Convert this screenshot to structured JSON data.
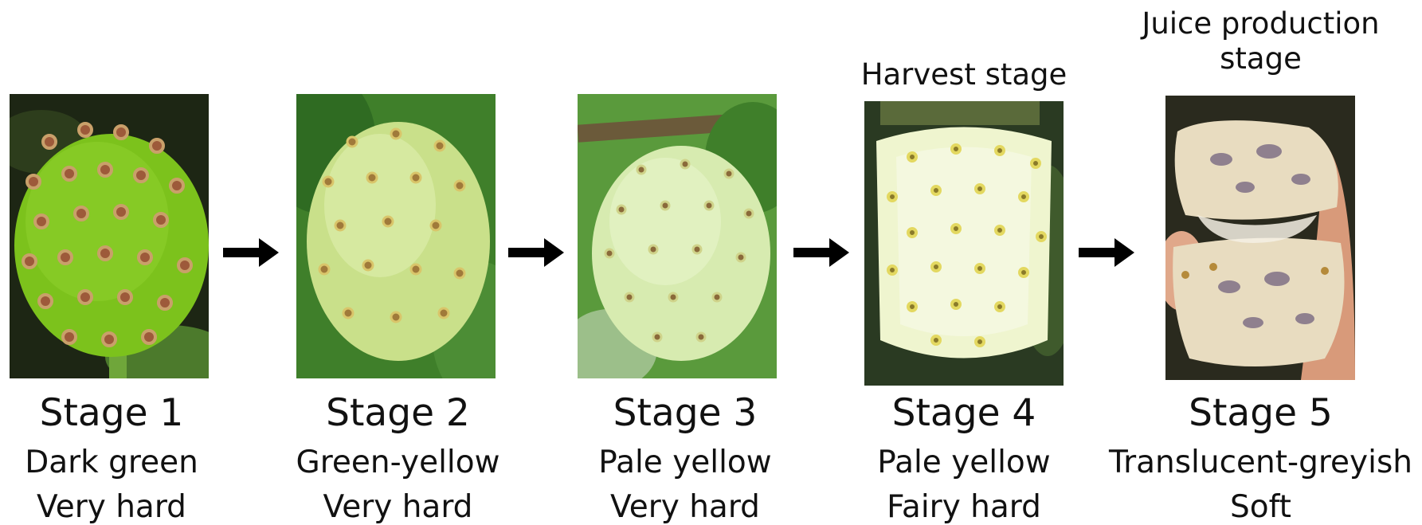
{
  "stages": [
    {
      "title": "Stage 1",
      "color": "Dark green",
      "hardness": "Very hard",
      "photo_icon": "noni-fruit-dark-green-photo"
    },
    {
      "title": "Stage 2",
      "color": "Green-yellow",
      "hardness": "Very hard",
      "photo_icon": "noni-fruit-green-yellow-photo"
    },
    {
      "title": "Stage 3",
      "color": "Pale yellow",
      "hardness": "Very hard",
      "photo_icon": "noni-fruit-pale-yellow-photo"
    },
    {
      "title": "Stage 4",
      "color": "Pale yellow",
      "hardness": "Fairy hard",
      "top_label": "Harvest stage",
      "photo_icon": "noni-fruit-harvest-photo"
    },
    {
      "title": "Stage 5",
      "color": "Translucent-greyish",
      "hardness": "Soft",
      "top_label_line1": "Juice production",
      "top_label_line2": "stage",
      "photo_icon": "noni-fruit-soft-split-photo"
    }
  ],
  "arrow_icon": "right-arrow-icon",
  "colors": {
    "arrow": "#000000",
    "stage1_fruit": "#7cc21c",
    "stage2_fruit": "#c9e08a",
    "stage3_fruit": "#d7ebb0",
    "stage4_fruit": "#eff5cf",
    "stage5_fruit": "#e8dcc0",
    "leaf": "#3f7f2a",
    "dark_background": "#1d2614"
  }
}
